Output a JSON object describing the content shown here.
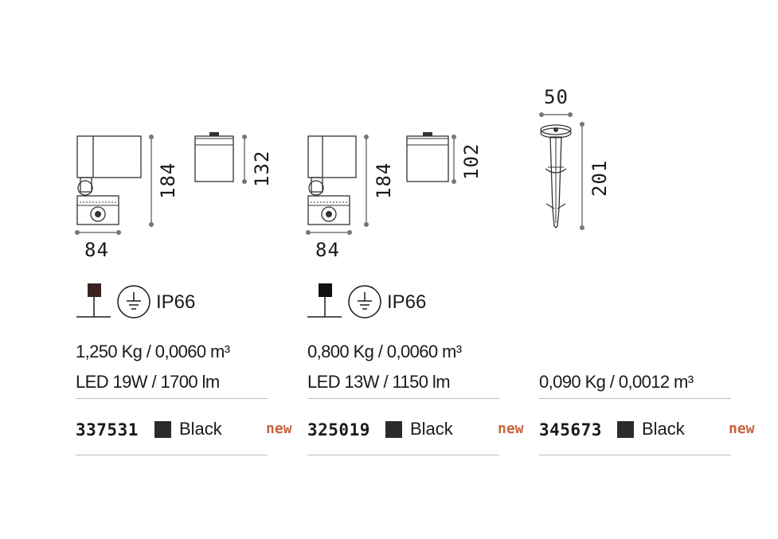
{
  "colors": {
    "ink": "#1a1a1a",
    "new_accent": "#c8643a",
    "swatch": "#2b2b2b",
    "rule": "#bdbdbd"
  },
  "products": [
    {
      "dims": {
        "width": "84",
        "height": "184",
        "head_height": "132"
      },
      "ip_rating": "IP66",
      "weight_volume": "1,250 Kg / 0,0060 m³",
      "power": "LED 19W / 1700 lm",
      "code": "337531",
      "color": "Black",
      "badge": "new"
    },
    {
      "dims": {
        "width": "84",
        "height": "184",
        "head_height": "102"
      },
      "ip_rating": "IP66",
      "weight_volume": "0,800 Kg / 0,0060 m³",
      "power": "LED 13W / 1150 lm",
      "code": "325019",
      "color": "Black",
      "badge": "new"
    },
    {
      "dims": {
        "width": "50",
        "height": "201"
      },
      "weight_volume": "0,090 Kg / 0,0012 m³",
      "code": "345673",
      "color": "Black",
      "badge": "new"
    }
  ]
}
